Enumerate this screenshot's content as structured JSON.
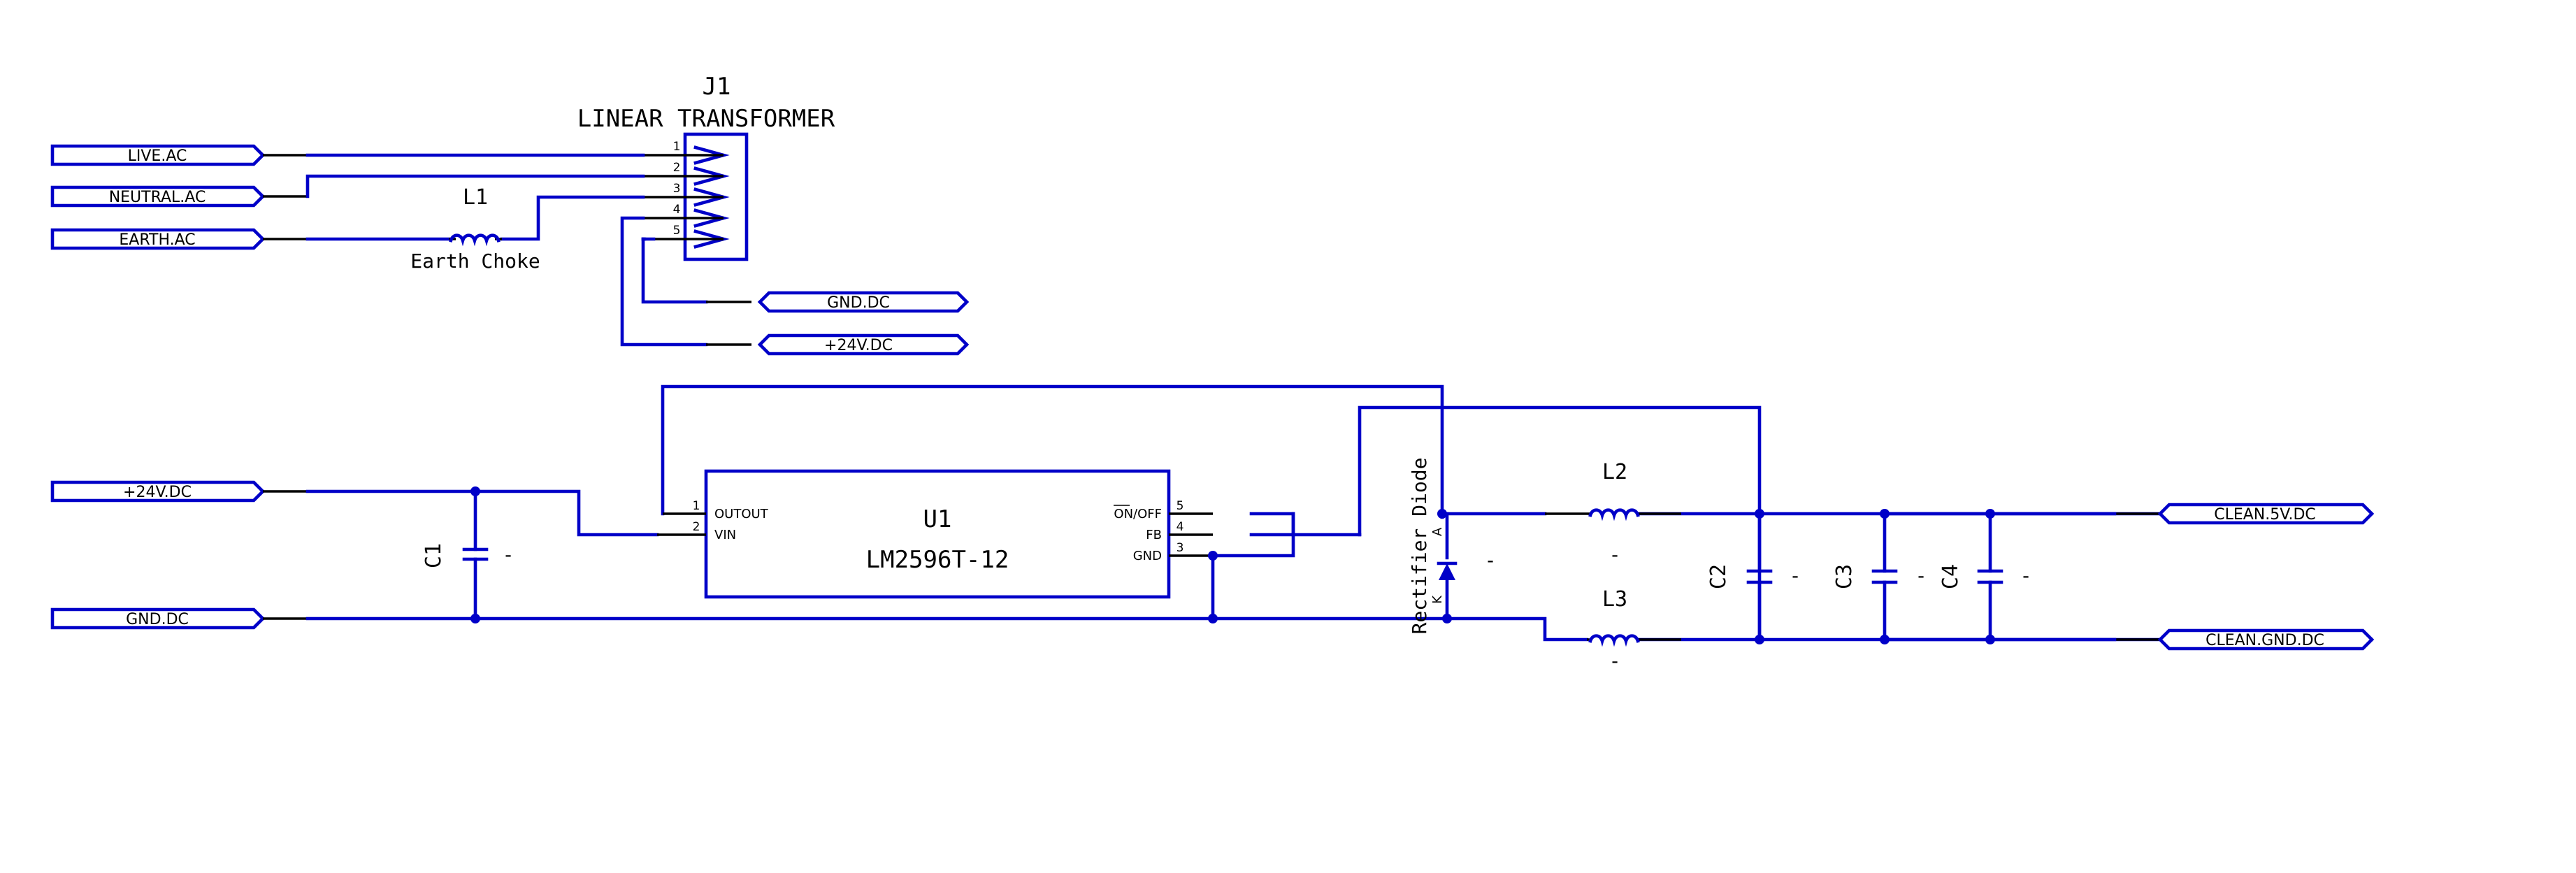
{
  "colors": {
    "wire": "#0000c8",
    "pin": "#000000",
    "text": "#000000",
    "background": "#ffffff"
  },
  "flags": {
    "live_ac": "LIVE.AC",
    "neutral_ac": "NEUTRAL.AC",
    "earth_ac": "EARTH.AC",
    "gnd_dc_out": "GND.DC",
    "v24_dc_out": "+24V.DC",
    "v24_dc_in": "+24V.DC",
    "gnd_dc_in": "GND.DC",
    "clean_5v": "CLEAN.5V.DC",
    "clean_gnd": "CLEAN.GND.DC"
  },
  "j1": {
    "ref": "J1",
    "value": "LINEAR TRANSFORMER",
    "pins": [
      "1",
      "2",
      "3",
      "4",
      "5"
    ]
  },
  "l1": {
    "ref": "L1",
    "value": "Earth Choke"
  },
  "u1": {
    "ref": "U1",
    "value": "LM2596T-12",
    "pin1_num": "1",
    "pin1_name": "OUTOUT",
    "pin2_num": "2",
    "pin2_name": "VIN",
    "pin5_num": "5",
    "pin5_name": "ON/OFF",
    "pin4_num": "4",
    "pin4_name": "FB",
    "pin3_num": "3",
    "pin3_name": "GND"
  },
  "c1": {
    "ref": "C1",
    "value": "-"
  },
  "d1": {
    "value": "Rectifier Diode",
    "anode": "A",
    "cathode": "K",
    "ref": "-"
  },
  "l2": {
    "ref": "L2",
    "value": "-"
  },
  "l3": {
    "ref": "L3",
    "value": "-"
  },
  "c2": {
    "ref": "C2",
    "value": "-"
  },
  "c3": {
    "ref": "C3",
    "value": "-"
  },
  "c4": {
    "ref": "C4",
    "value": "-"
  }
}
